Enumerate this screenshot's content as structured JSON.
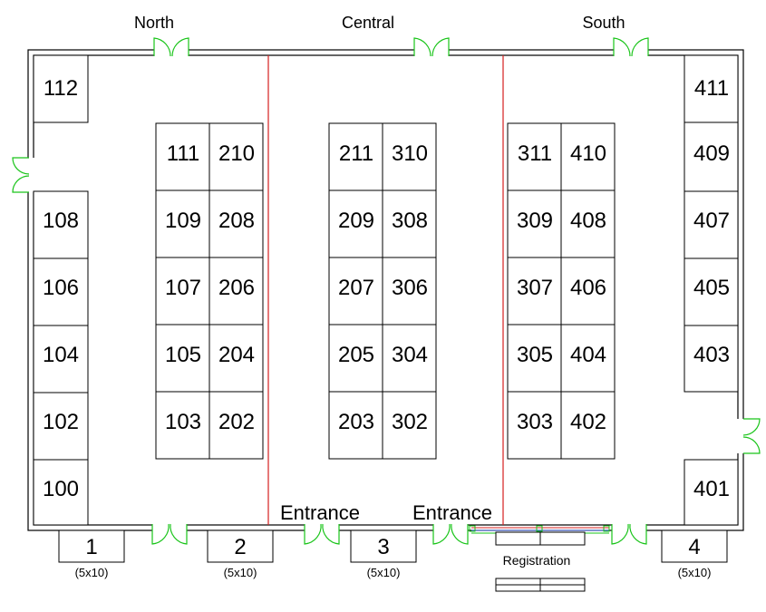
{
  "areas": {
    "north": "North",
    "central": "Central",
    "south": "South"
  },
  "entrance_labels": [
    "Entrance",
    "Entrance"
  ],
  "registration_label": "Registration",
  "booths": {
    "b112": "112",
    "b108": "108",
    "b106": "106",
    "b104": "104",
    "b102": "102",
    "b100": "100",
    "b111": "111",
    "b109": "109",
    "b107": "107",
    "b105": "105",
    "b103": "103",
    "b210": "210",
    "b208": "208",
    "b206": "206",
    "b204": "204",
    "b202": "202",
    "b211": "211",
    "b209": "209",
    "b207": "207",
    "b205": "205",
    "b203": "203",
    "b310": "310",
    "b308": "308",
    "b306": "306",
    "b304": "304",
    "b302": "302",
    "b311": "311",
    "b309": "309",
    "b307": "307",
    "b305": "305",
    "b303": "303",
    "b410": "410",
    "b408": "408",
    "b406": "406",
    "b404": "404",
    "b402": "402",
    "b411": "411",
    "b409": "409",
    "b407": "407",
    "b405": "405",
    "b403": "403",
    "b401": "401"
  },
  "outside_booths": [
    {
      "number": "1",
      "size": "(5x10)"
    },
    {
      "number": "2",
      "size": "(5x10)"
    },
    {
      "number": "3",
      "size": "(5x10)"
    },
    {
      "number": "4",
      "size": "(5x10)"
    }
  ],
  "colors": {
    "door": "#19c419",
    "divider": "#d62020",
    "wall": "#000000"
  }
}
